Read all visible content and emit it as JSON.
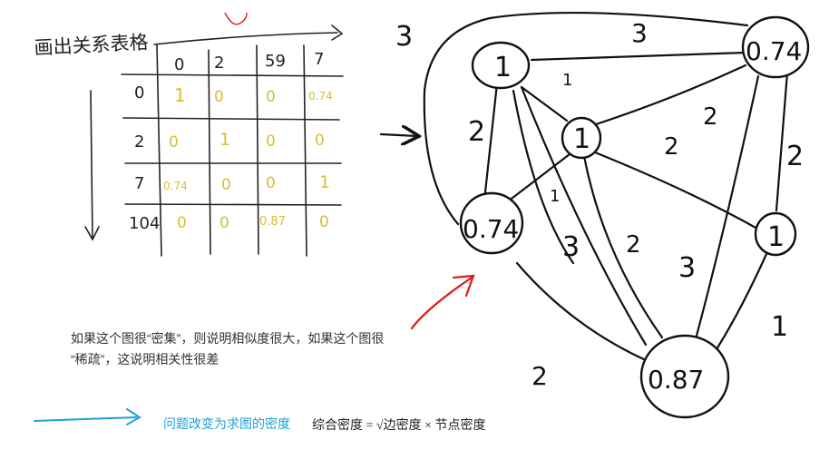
{
  "table": {
    "title": "画出关系表格",
    "col_headers": [
      "0",
      "2",
      "59",
      "7"
    ],
    "row_headers": [
      "0",
      "2",
      "7",
      "104"
    ],
    "cells": [
      [
        "1",
        "0",
        "0",
        "0.74"
      ],
      [
        "0",
        "1",
        "0",
        "0"
      ],
      [
        "0.74",
        "0",
        "0",
        "1"
      ],
      [
        "0",
        "0",
        "0.87",
        "0"
      ]
    ]
  },
  "graph": {
    "nodes": [
      {
        "id": "n_top_left",
        "label": "1"
      },
      {
        "id": "n_top_right",
        "label": "0.74"
      },
      {
        "id": "n_center",
        "label": "1"
      },
      {
        "id": "n_left",
        "label": "0.74"
      },
      {
        "id": "n_right",
        "label": "1"
      },
      {
        "id": "n_bottom",
        "label": "0.87"
      }
    ],
    "edge_labels": [
      "3",
      "3",
      "1",
      "2",
      "2",
      "2",
      "2",
      "1",
      "3",
      "2",
      "3",
      "1",
      "2"
    ]
  },
  "notes": {
    "line1": "如果这个图很“密集”，则说明相似度很大，如果这个图很",
    "line2": "“稀疏”，这说明相关性很差"
  },
  "problem_text": "问题改变为求图的密度",
  "formula_text": "综合密度 = √边密度 × 节点密度",
  "colors": {
    "ink": "#111111",
    "yellow": "#d9bf2c",
    "red": "#e01818",
    "blue": "#1ea0d8"
  }
}
